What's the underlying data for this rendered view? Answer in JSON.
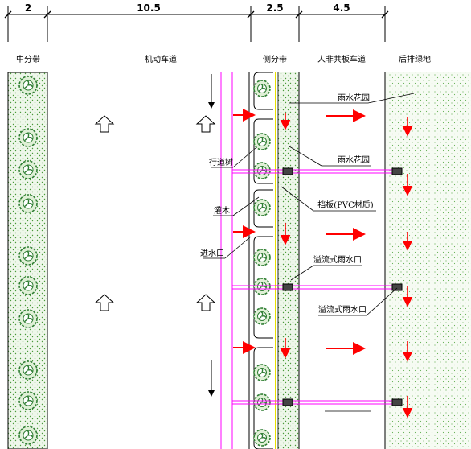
{
  "dimensions": {
    "d1": "2",
    "d2": "10.5",
    "d3": "2.5",
    "d4": "4.5"
  },
  "column_labels": {
    "median": "中分带",
    "motorway": "机动车道",
    "side_strip": "侧分带",
    "nonmotor": "人非共板车道",
    "back_green": "后排绿地"
  },
  "annotations": {
    "rain_garden_1": "雨水花园",
    "rain_garden_2": "雨水花园",
    "street_tree": "行道树",
    "shrub": "灌木",
    "baffle": "挡板(PVC材质)",
    "inlet": "进水口",
    "overflow_1": "溢流式雨水口",
    "overflow_2": "溢流式雨水口"
  },
  "colors": {
    "green_dots": "#4a9a3a",
    "green_fill": "#e9f4e4",
    "red_arrow": "#ff0000",
    "magenta_pipe": "#ff00ff",
    "yellow_curb": "#e8e000",
    "line": "#000000"
  }
}
